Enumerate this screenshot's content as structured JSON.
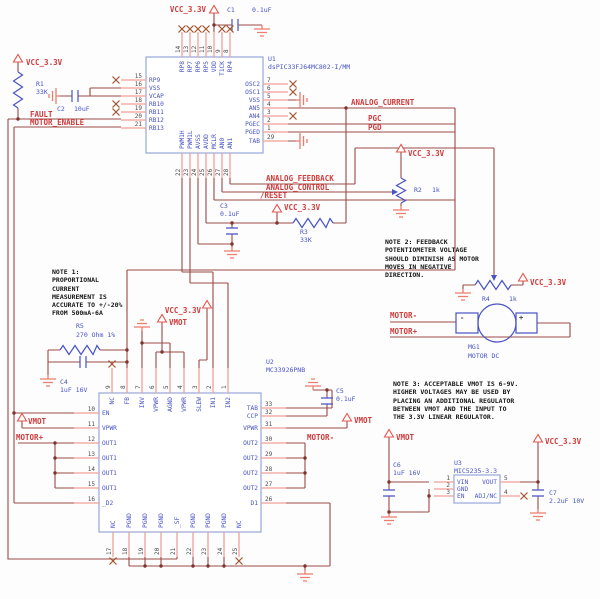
{
  "nets": {
    "vcc": "VCC_3.3V",
    "vmot": "VMOT",
    "fault": "FAULT",
    "motor_enable": "MOTOR_ENABLE",
    "analog_current": "ANALOG_CURRENT",
    "pgc": "PGC",
    "pgd": "PGD",
    "analog_feedback": "ANALOG_FEEDBACK",
    "analog_control": "ANALOG_CONTROL",
    "reset": "/RESET",
    "motor_plus": "MOTOR+",
    "motor_minus": "MOTOR-"
  },
  "components": {
    "U1": {
      "ref": "U1",
      "value": "dsPIC33FJ64MC802-I/MM",
      "pins": {
        "left": [
          {
            "n": "15",
            "name": "RP9"
          },
          {
            "n": "16",
            "name": "VSS"
          },
          {
            "n": "17",
            "name": "VCAP"
          },
          {
            "n": "18",
            "name": "RB10"
          },
          {
            "n": "19",
            "name": "RB11"
          },
          {
            "n": "20",
            "name": "RB12"
          },
          {
            "n": "21",
            "name": "RB13"
          }
        ],
        "top": [
          {
            "n": "14",
            "name": "RP8"
          },
          {
            "n": "13",
            "name": "RP7"
          },
          {
            "n": "12",
            "name": "RP6"
          },
          {
            "n": "11",
            "name": "RP5"
          },
          {
            "n": "10",
            "name": "VDD"
          },
          {
            "n": "9",
            "name": "T1CK"
          },
          {
            "n": "8",
            "name": "RP4"
          }
        ],
        "right": [
          {
            "n": "7",
            "name": "OSC2"
          },
          {
            "n": "6",
            "name": "OSC1"
          },
          {
            "n": "5",
            "name": "VSS"
          },
          {
            "n": "4",
            "name": "AN5"
          },
          {
            "n": "3",
            "name": "AN4"
          },
          {
            "n": "2",
            "name": "PGEC"
          },
          {
            "n": "1",
            "name": "PGED"
          },
          {
            "n": "29",
            "name": "TAB"
          }
        ],
        "bottom": [
          {
            "n": "22",
            "name": "PWM1H"
          },
          {
            "n": "23",
            "name": "PWM1L"
          },
          {
            "n": "24",
            "name": "AVSS"
          },
          {
            "n": "25",
            "name": "AVDD"
          },
          {
            "n": "26",
            "name": "MCLR"
          },
          {
            "n": "27",
            "name": "AN0"
          },
          {
            "n": "28",
            "name": "AN1"
          }
        ]
      }
    },
    "U2": {
      "ref": "U2",
      "value": "MC33926PNB",
      "pins": {
        "left": [
          {
            "n": "10",
            "name": "EN"
          },
          {
            "n": "11",
            "name": "VPWR"
          },
          {
            "n": "12",
            "name": "OUT1"
          },
          {
            "n": "13",
            "name": "OUT1"
          },
          {
            "n": "14",
            "name": "OUT1"
          },
          {
            "n": "15",
            "name": "OUT1"
          },
          {
            "n": "16",
            "name": "_D2"
          }
        ],
        "top": [
          {
            "n": "9",
            "name": "NC"
          },
          {
            "n": "8",
            "name": "FB"
          },
          {
            "n": "7",
            "name": "INV"
          },
          {
            "n": "6",
            "name": "VPWR"
          },
          {
            "n": "5",
            "name": "AGND"
          },
          {
            "n": "4",
            "name": "VPWR"
          },
          {
            "n": "3",
            "name": "SLEW"
          },
          {
            "n": "2",
            "name": "IN1"
          },
          {
            "n": "1",
            "name": "IN2"
          }
        ],
        "right": [
          {
            "n": "33",
            "name": "TAB"
          },
          {
            "n": "32",
            "name": "CCP"
          },
          {
            "n": "31",
            "name": "VPWR"
          },
          {
            "n": "30",
            "name": "OUT2"
          },
          {
            "n": "29",
            "name": "OUT2"
          },
          {
            "n": "28",
            "name": "OUT2"
          },
          {
            "n": "27",
            "name": "OUT2"
          },
          {
            "n": "26",
            "name": "D1"
          }
        ],
        "bottom": [
          {
            "n": "17",
            "name": "NC"
          },
          {
            "n": "18",
            "name": "PGND"
          },
          {
            "n": "19",
            "name": "PGND"
          },
          {
            "n": "20",
            "name": "PGND"
          },
          {
            "n": "21",
            "name": "_SF"
          },
          {
            "n": "22",
            "name": "PGND"
          },
          {
            "n": "23",
            "name": "PGND"
          },
          {
            "n": "24",
            "name": "PGND"
          },
          {
            "n": "25",
            "name": "NC"
          }
        ]
      }
    },
    "U3": {
      "ref": "U3",
      "value": "MIC5235-3.3",
      "pins": {
        "left": [
          {
            "n": "1",
            "name": "VIN"
          },
          {
            "n": "2",
            "name": "GND"
          },
          {
            "n": "3",
            "name": "EN"
          }
        ],
        "right": [
          {
            "n": "5",
            "name": "VOUT"
          },
          {
            "n": "4",
            "name": "ADJ/NC"
          }
        ]
      }
    },
    "R1": {
      "ref": "R1",
      "value": "33K"
    },
    "R2": {
      "ref": "R2",
      "value": "1k"
    },
    "R3": {
      "ref": "R3",
      "value": "33K"
    },
    "R4": {
      "ref": "R4",
      "value": "1k"
    },
    "R5": {
      "ref": "R5",
      "value": "270 Ohm 1%"
    },
    "C1": {
      "ref": "C1",
      "value": "0.1uF"
    },
    "C2": {
      "ref": "C2",
      "value": "10uF"
    },
    "C3": {
      "ref": "C3",
      "value": "0.1uF"
    },
    "C4": {
      "ref": "C4",
      "value": "1uF 16V"
    },
    "C5": {
      "ref": "C5",
      "value": "0.1uF"
    },
    "C6": {
      "ref": "C6",
      "value": "1uF 16V"
    },
    "C7": {
      "ref": "C7",
      "value": "2.2uF 10V"
    },
    "MG1": {
      "ref": "MG1",
      "value": "MOTOR DC",
      "terminals": {
        "minus": "-",
        "plus": "+"
      }
    }
  },
  "notes": {
    "note1": "NOTE 1:\nPROPORTIONAL\nCURRENT\nMEASUREMENT IS\nACCURATE TO +/-20%\nFROM 500mA-6A",
    "note2": "NOTE 2:  FEEDBACK\nPOTENTIOMETER  VOLTAGE\nSHOULD DIMINISH AS MOTOR\nMOVES IN NEGATIVE\nDIRECTION.",
    "note3": "NOTE 3: ACCEPTABLE VMOT IS 6-9V.\nHIGHER VOLTAGES MAY BE USED BY\nPLACING AN ADDITIONAL REGULATOR\nBETWEEN VMOT AND THE INPUT TO\nTHE 3.3V LINEAR REGULATOR."
  }
}
